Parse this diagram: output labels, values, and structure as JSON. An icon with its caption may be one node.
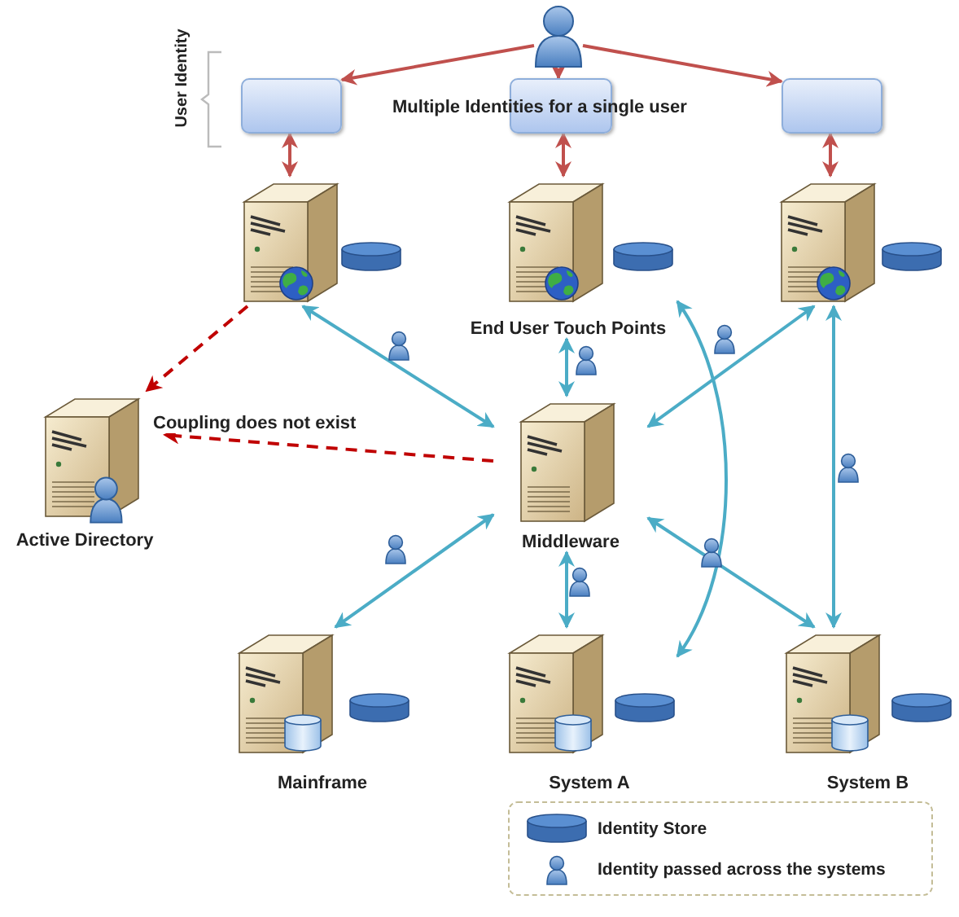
{
  "diagram": {
    "nodes": [
      {
        "text": [],
        "shape": "person"
      },
      {
        "text": [],
        "shape": "box"
      },
      {
        "text": [],
        "shape": "box"
      },
      {
        "text": [],
        "shape": "box"
      },
      {
        "text": [],
        "shape": "server"
      },
      {
        "text": [
          "End User Touch Points"
        ]
      },
      {
        "text": [],
        "shape": "server"
      },
      {
        "text": [
          "Active Directory"
        ]
      },
      {
        "text": [
          "Middleware"
        ]
      },
      {
        "text": [
          "Mainframe"
        ]
      },
      {
        "text": [
          "System A"
        ]
      },
      {
        "text": [
          "System B"
        ]
      }
    ],
    "edges": [
      {
        "from": 0,
        "to": 1,
        "arrow": "to",
        "color": "#c0504d"
      },
      {
        "from": 0,
        "to": 2,
        "arrow": "to",
        "color": "#c0504d"
      },
      {
        "from": 0,
        "to": 3,
        "arrow": "to",
        "color": "#c0504d"
      },
      {
        "from": 1,
        "to": 4,
        "arrow": "both",
        "color": "#c0504d"
      },
      {
        "from": 2,
        "to": 5,
        "arrow": "both",
        "color": "#c0504d"
      },
      {
        "from": 3,
        "to": 6,
        "arrow": "both",
        "color": "#c0504d"
      },
      {
        "from": 4,
        "to": 7,
        "arrow": "to",
        "style": "dashed",
        "color": "#c00000"
      },
      {
        "from": 8,
        "to": 7,
        "arrow": "to",
        "style": "dashed",
        "color": "#c00000",
        "label": "Coupling does not exist"
      },
      {
        "from": 4,
        "to": 8,
        "arrow": "both"
      },
      {
        "from": 5,
        "to": 8,
        "arrow": "both"
      },
      {
        "from": 6,
        "to": 8,
        "arrow": "both"
      },
      {
        "from": 8,
        "to": 9,
        "arrow": "both"
      },
      {
        "from": 8,
        "to": 10,
        "arrow": "both"
      },
      {
        "from": 8,
        "to": 11,
        "arrow": "both"
      },
      {
        "from": 6,
        "to": 11,
        "arrow": "both"
      },
      {
        "from": 5,
        "to": 10,
        "arrow": "both"
      }
    ],
    "labels": [
      "User Identity",
      "Multiple Identities for a single user"
    ],
    "legend": [
      {
        "text": "Identity Store"
      },
      {
        "text": "Identity passed across the systems"
      }
    ]
  }
}
